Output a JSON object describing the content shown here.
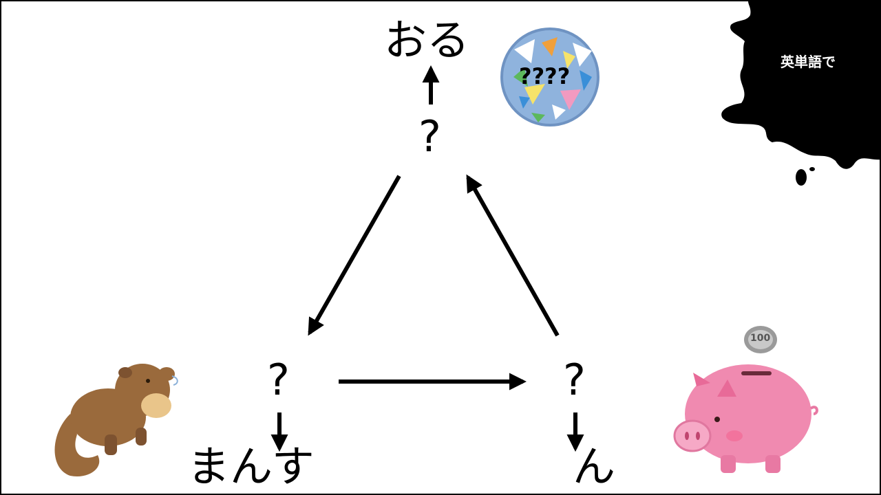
{
  "nodes": {
    "top_word": "おる",
    "top_q": "?",
    "left_q": "?",
    "left_word": "まんす",
    "right_q": "?",
    "right_word": "ん"
  },
  "splash": {
    "text": "英単語で",
    "color": "#000000"
  },
  "ball": {
    "text": "????",
    "color": "#8fb3dd"
  },
  "coin": {
    "text": "100"
  },
  "colors": {
    "arrow": "#000000",
    "pig": "#f08ab0",
    "animal": "#9a6a3c"
  }
}
